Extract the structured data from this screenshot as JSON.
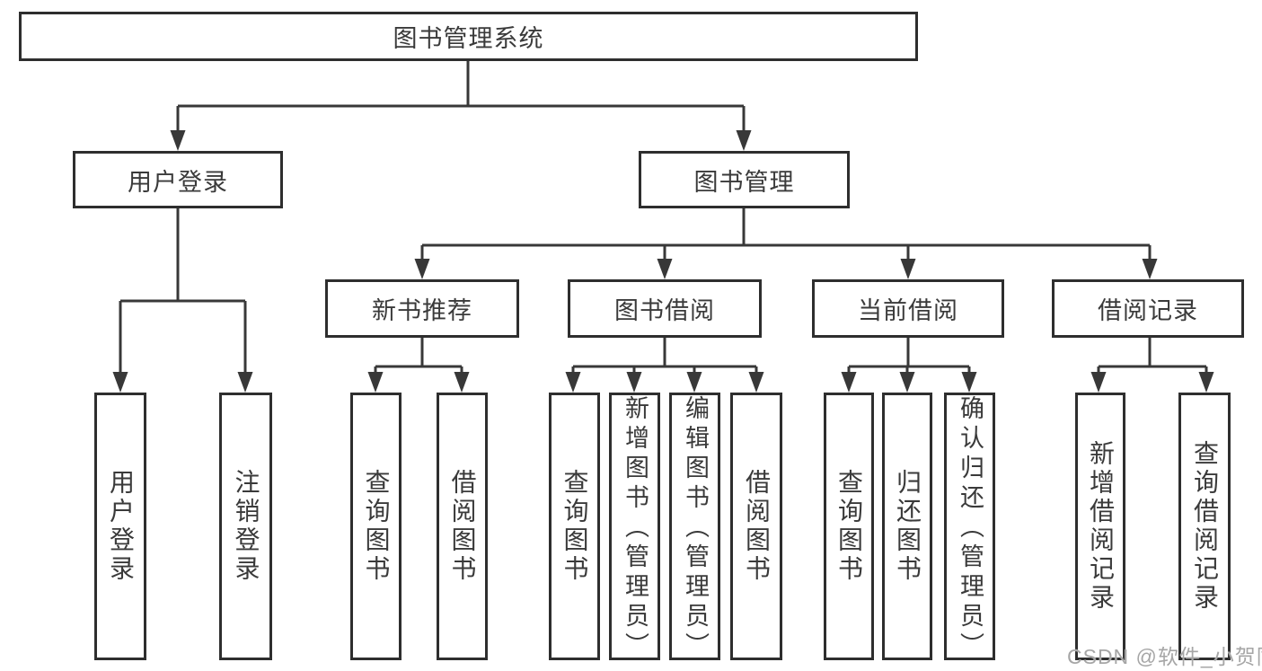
{
  "diagram": {
    "type": "hierarchy-tree",
    "root": {
      "label": "图书管理系统"
    },
    "branches": [
      {
        "label": "用户登录",
        "children": [
          {
            "label": "用户登录"
          },
          {
            "label": "注销登录"
          }
        ]
      },
      {
        "label": "图书管理",
        "children": [
          {
            "label": "新书推荐",
            "children": [
              {
                "label": "查询图书"
              },
              {
                "label": "借阅图书"
              }
            ]
          },
          {
            "label": "图书借阅",
            "children": [
              {
                "label": "查询图书"
              },
              {
                "label": "新增图书（管理员）"
              },
              {
                "label": "编辑图书（管理员）"
              },
              {
                "label": "借阅图书"
              }
            ]
          },
          {
            "label": "当前借阅",
            "children": [
              {
                "label": "查询图书"
              },
              {
                "label": "归还图书"
              },
              {
                "label": "确认归还（管理员）"
              }
            ]
          },
          {
            "label": "借阅记录",
            "children": [
              {
                "label": "新增借阅记录"
              },
              {
                "label": "查询借阅记录"
              }
            ]
          }
        ]
      }
    ]
  },
  "colors": {
    "line": "#383838",
    "box_border": "#2e2e2e",
    "text": "#3a3a3a",
    "watermark": "#a6a6a6",
    "background": "#ffffff"
  },
  "watermark": {
    "text": "CSDN @软件_小贺同学"
  }
}
